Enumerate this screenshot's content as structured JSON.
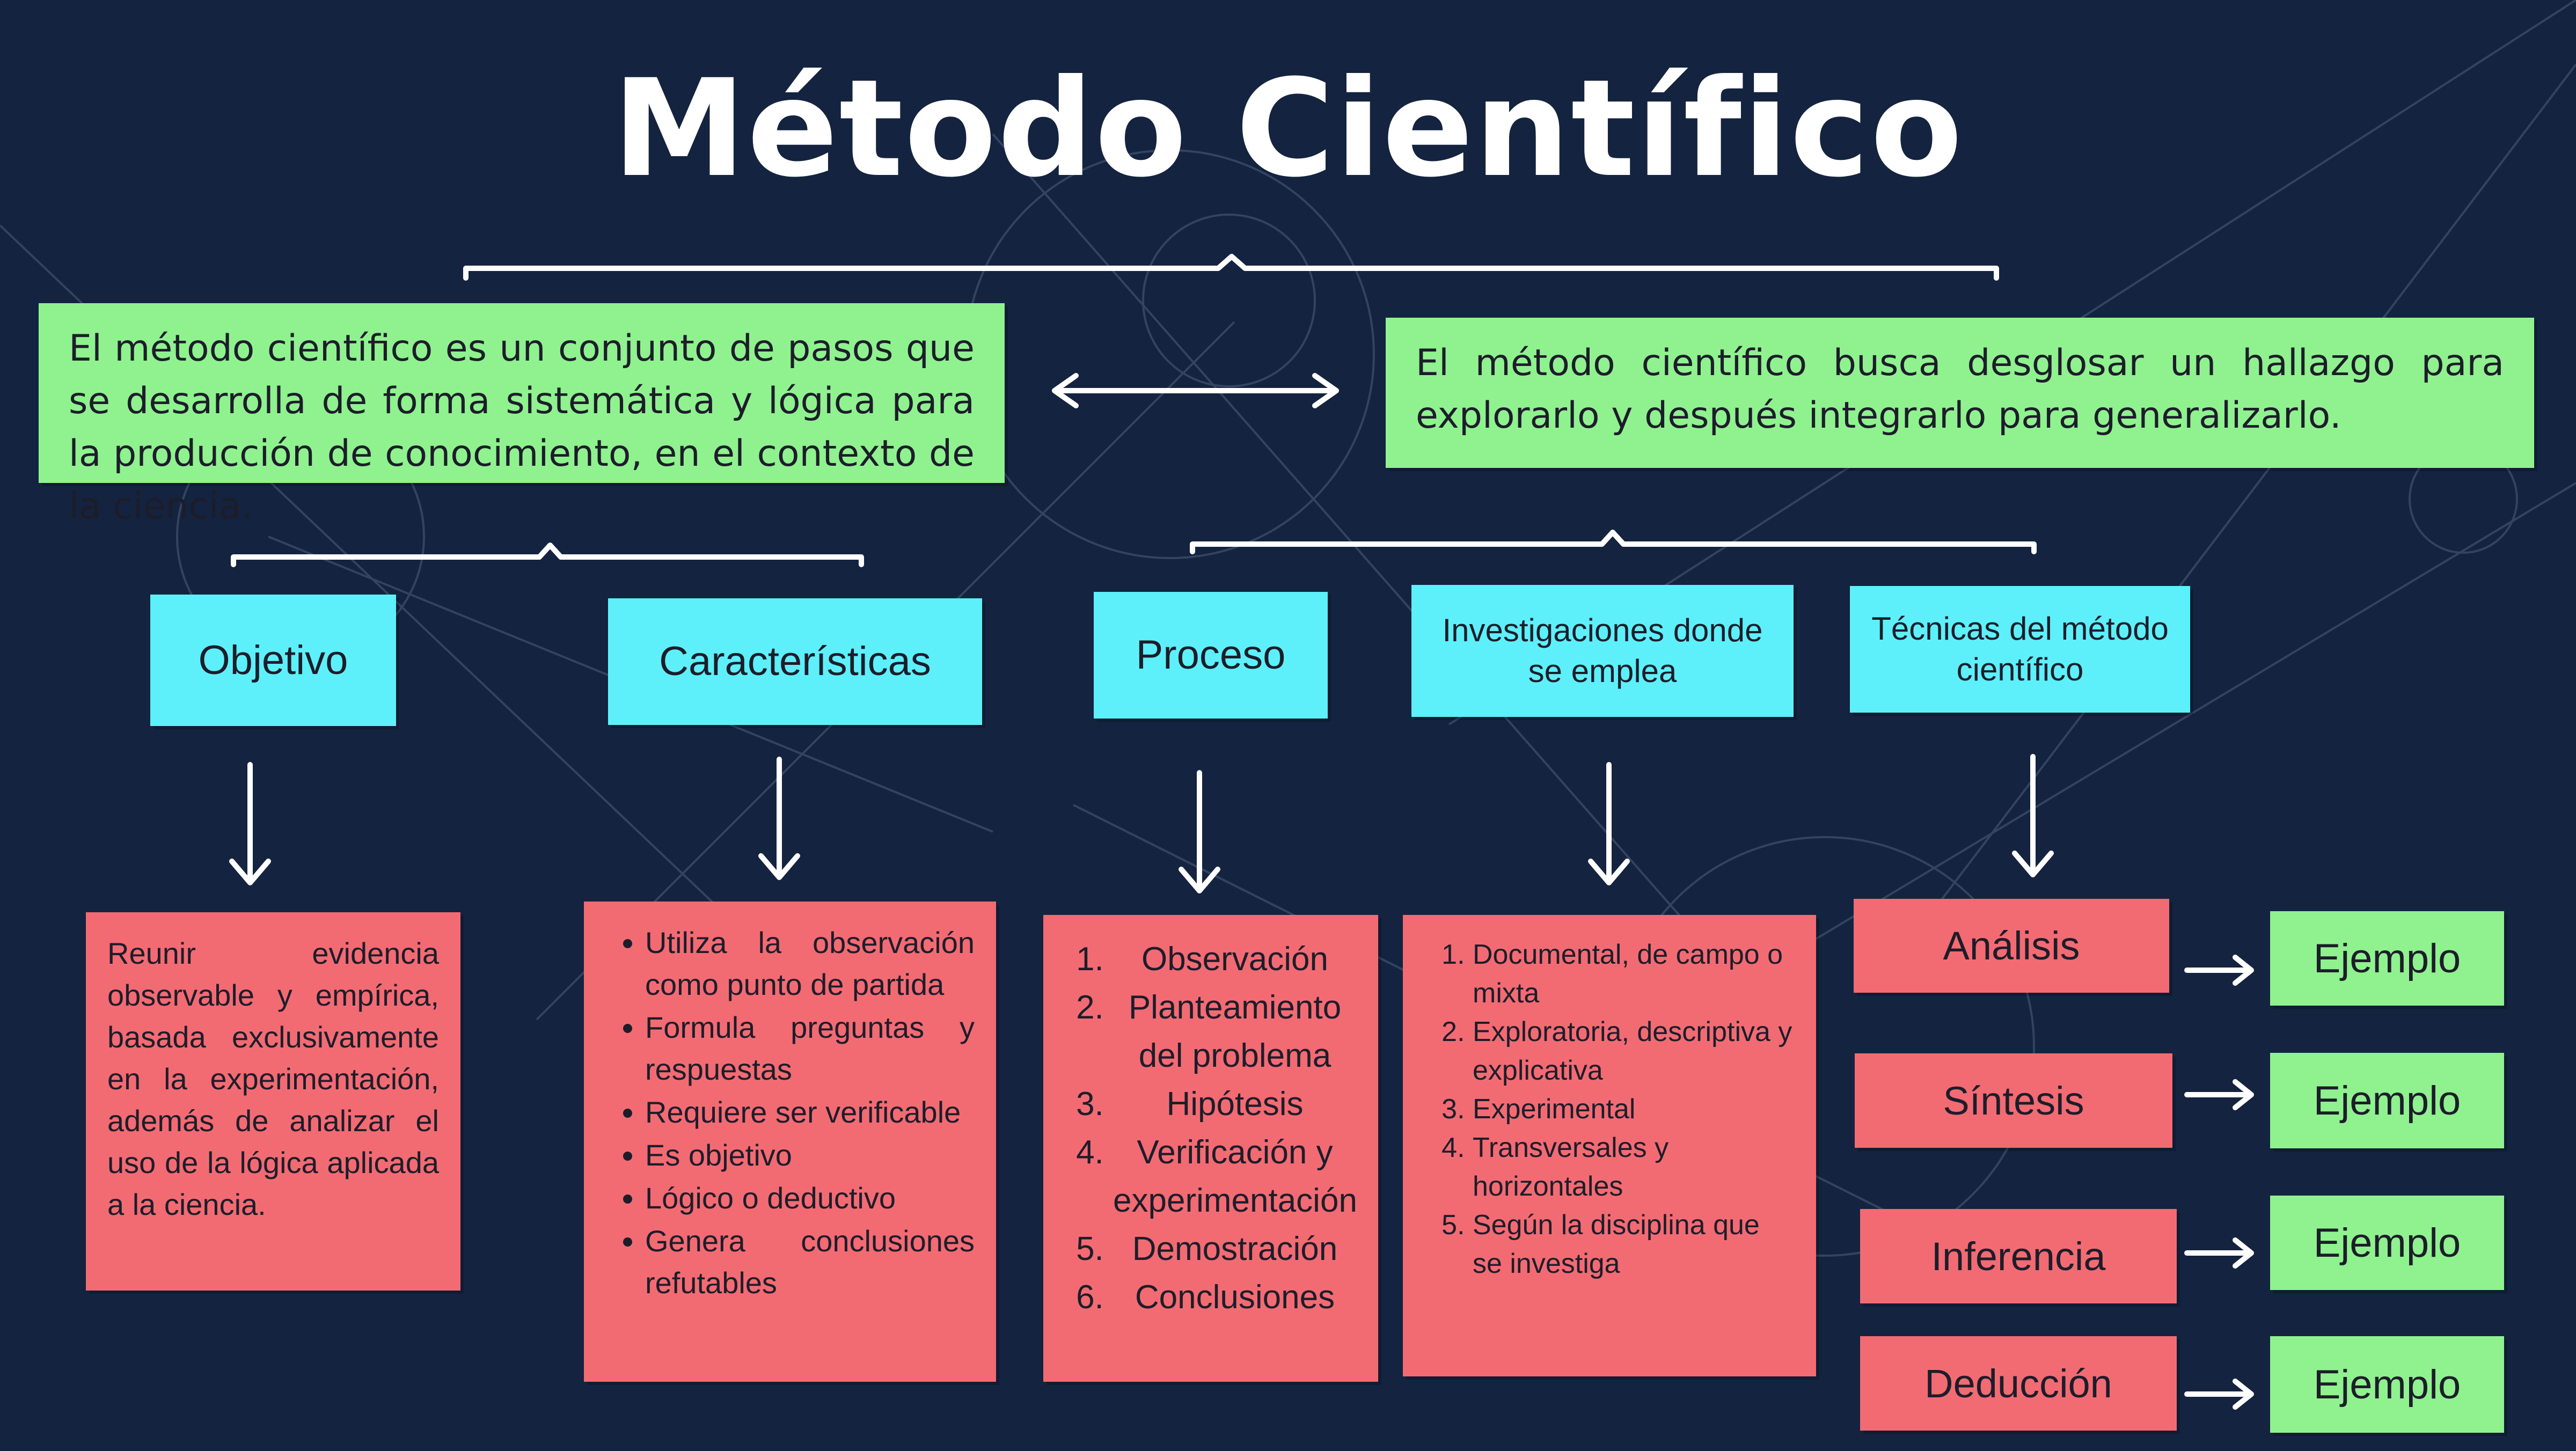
{
  "title": "Método Científico",
  "intro": {
    "left": "El método científico es un conjunto de pasos que se desarrolla de forma sistemática y lógica para la producción de conocimiento, en el contexto de la ciencia.",
    "right": "El método científico busca desglosar un hallazgo para explorarlo y después integrarlo para generalizarlo."
  },
  "categories": [
    {
      "label": "Objetivo"
    },
    {
      "label": "Características"
    },
    {
      "label": "Proceso"
    },
    {
      "label": "Investigaciones donde se emplea"
    },
    {
      "label": "Técnicas del método científico"
    }
  ],
  "objetivo_text": "Reunir evidencia observable y empírica, basada exclusivamente en la experimentación, además de analizar el uso de la lógica aplicada a la ciencia.",
  "caracteristicas": [
    "Utiliza la observación como punto de partida",
    "Formula preguntas y respuestas",
    "Requiere ser verificable",
    "Es objetivo",
    "Lógico o deductivo",
    "Genera conclusiones refutables"
  ],
  "proceso": [
    "Observación",
    "Planteamiento del problema",
    "Hipótesis",
    "Verificación y experimentación",
    "Demostración",
    "Conclusiones"
  ],
  "investigaciones": [
    "Documental, de campo o mixta",
    "Exploratoria, descriptiva y explicativa",
    "Experimental",
    "Transversales y horizontales",
    "Según la disciplina que se investiga"
  ],
  "tecnicas": [
    {
      "label": "Análisis",
      "example": "Ejemplo"
    },
    {
      "label": "Síntesis",
      "example": "Ejemplo"
    },
    {
      "label": "Inferencia",
      "example": "Ejemplo"
    },
    {
      "label": "Deducción",
      "example": "Ejemplo"
    }
  ],
  "colors": {
    "background": "#14233f",
    "green": "#8ff28f",
    "cyan": "#5df0fb",
    "red": "#f26b73",
    "line": "#ffffff"
  }
}
